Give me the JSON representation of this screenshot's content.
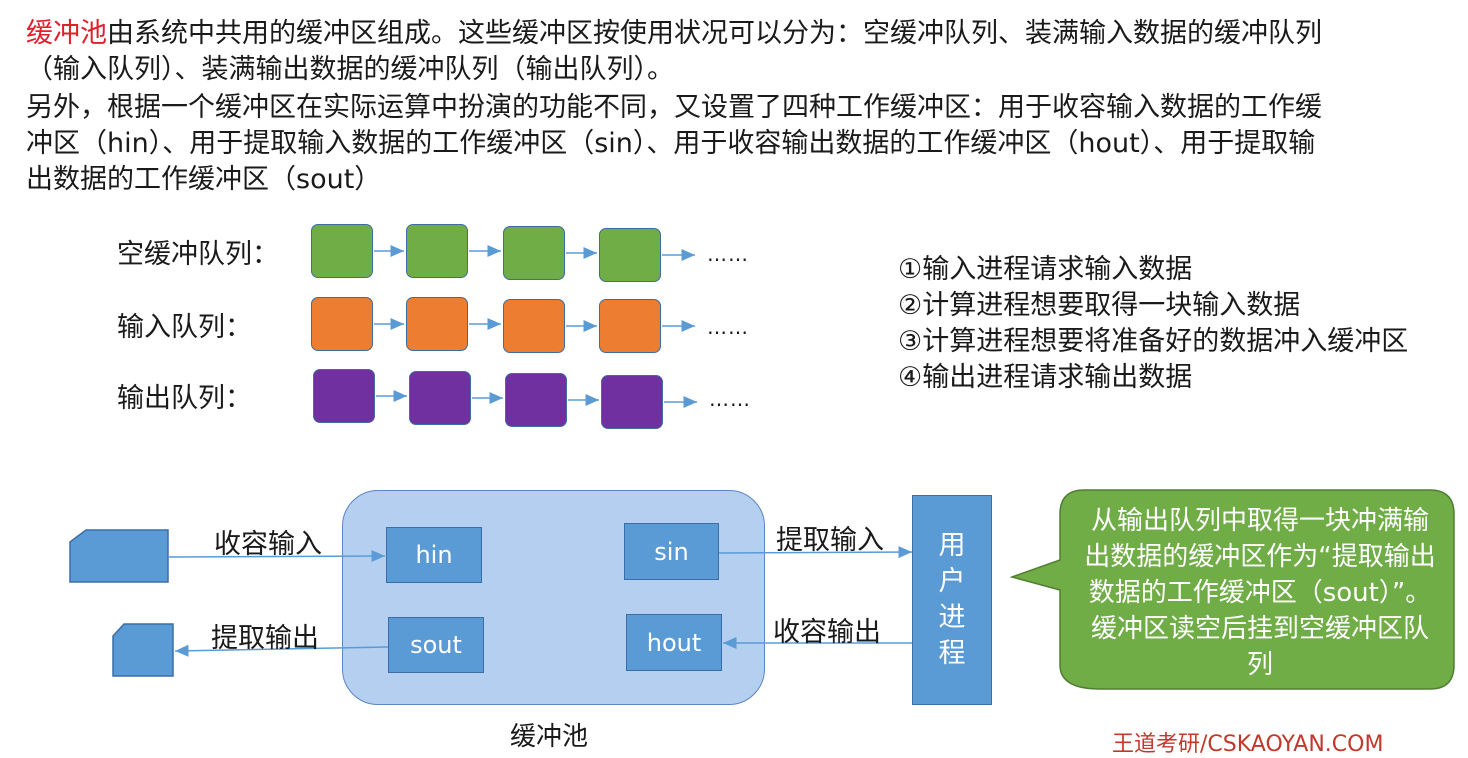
{
  "intro": {
    "highlight": "缓冲池",
    "p1_rest": "由系统中共用的缓冲区组成。这些缓冲区按使用状况可以分为：空缓冲队列、装满输入数据的缓冲队列（输入队列）、装满输出数据的缓冲队列（输出队列）。",
    "p2": "另外，根据一个缓冲区在实际运算中扮演的功能不同，又设置了四种工作缓冲区：用于收容输入数据的工作缓冲区（hin）、用于提取输入数据的工作缓冲区（sin）、用于收容输出数据的工作缓冲区（hout）、用于提取输出数据的工作缓冲区（sout）"
  },
  "queues": [
    {
      "label": "空缓冲队列：",
      "color": "#70ad47",
      "dots": "……"
    },
    {
      "label": "输入队列：",
      "color": "#ed7d31",
      "dots": "……"
    },
    {
      "label": "输出队列：",
      "color": "#7030a0",
      "dots": "……"
    }
  ],
  "steps": [
    "①输入进程请求输入数据",
    "②计算进程想要取得一块输入数据",
    "③计算进程想要将准备好的数据冲入缓冲区",
    "④输出进程请求输出数据"
  ],
  "pool": {
    "label": "缓冲池",
    "hin": "hin",
    "sin": "sin",
    "sout": "sout",
    "hout": "hout"
  },
  "flows": {
    "collect_input": "收容输入",
    "extract_input": "提取输入",
    "extract_output": "提取输出",
    "collect_output": "收容输出"
  },
  "user_process": "用户进程",
  "callout": "从输出队列中取得一块冲满输出数据的缓冲区作为“提取输出数据的工作缓冲区（sout）”。缓冲区读空后挂到空缓冲区队列",
  "brand": "王道考研/CSKAOYAN.COM",
  "colors": {
    "highlight": "#e0202a",
    "work_buffer": "#5b9bd5",
    "pool": "#b4cff0",
    "callout": "#70ad47",
    "arrow": "#5b9bd5"
  }
}
